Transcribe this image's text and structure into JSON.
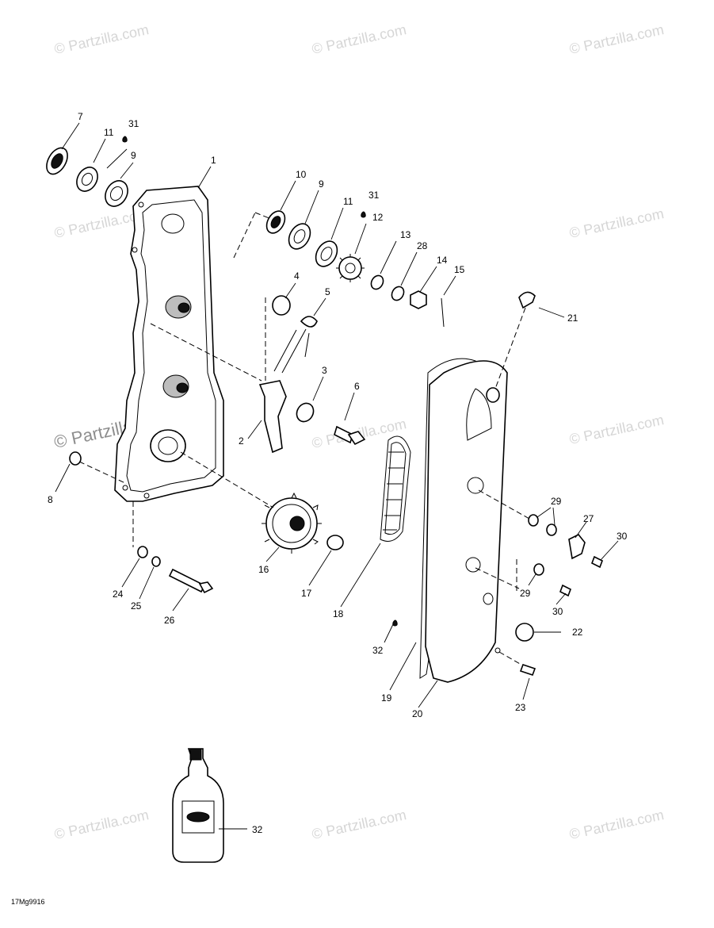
{
  "watermarks": [
    "© Partzilla.com",
    "© Partzilla.com",
    "© Partzilla.com",
    "© Partzilla.com",
    "© Partzilla.com",
    "© Partzilla.com",
    "© Partzilla.com",
    "© Partzilla.com",
    "© Partzilla.com",
    "© Partzilla.com"
  ],
  "watermark_prominent": "© Partzilla.com",
  "callouts": [
    "7",
    "11",
    "31",
    "9",
    "1",
    "10",
    "9",
    "11",
    "31",
    "12",
    "13",
    "28",
    "14",
    "15",
    "4",
    "5",
    "21",
    "3",
    "6",
    "2",
    "8",
    "29",
    "27",
    "30",
    "16",
    "17",
    "24",
    "25",
    "26",
    "29",
    "30",
    "18",
    "22",
    "32",
    "19",
    "20",
    "23",
    "32"
  ],
  "diagram_code": "17Mg9916",
  "colors": {
    "line": "#000000",
    "background": "#ffffff",
    "watermark": "#d6d6d6"
  }
}
